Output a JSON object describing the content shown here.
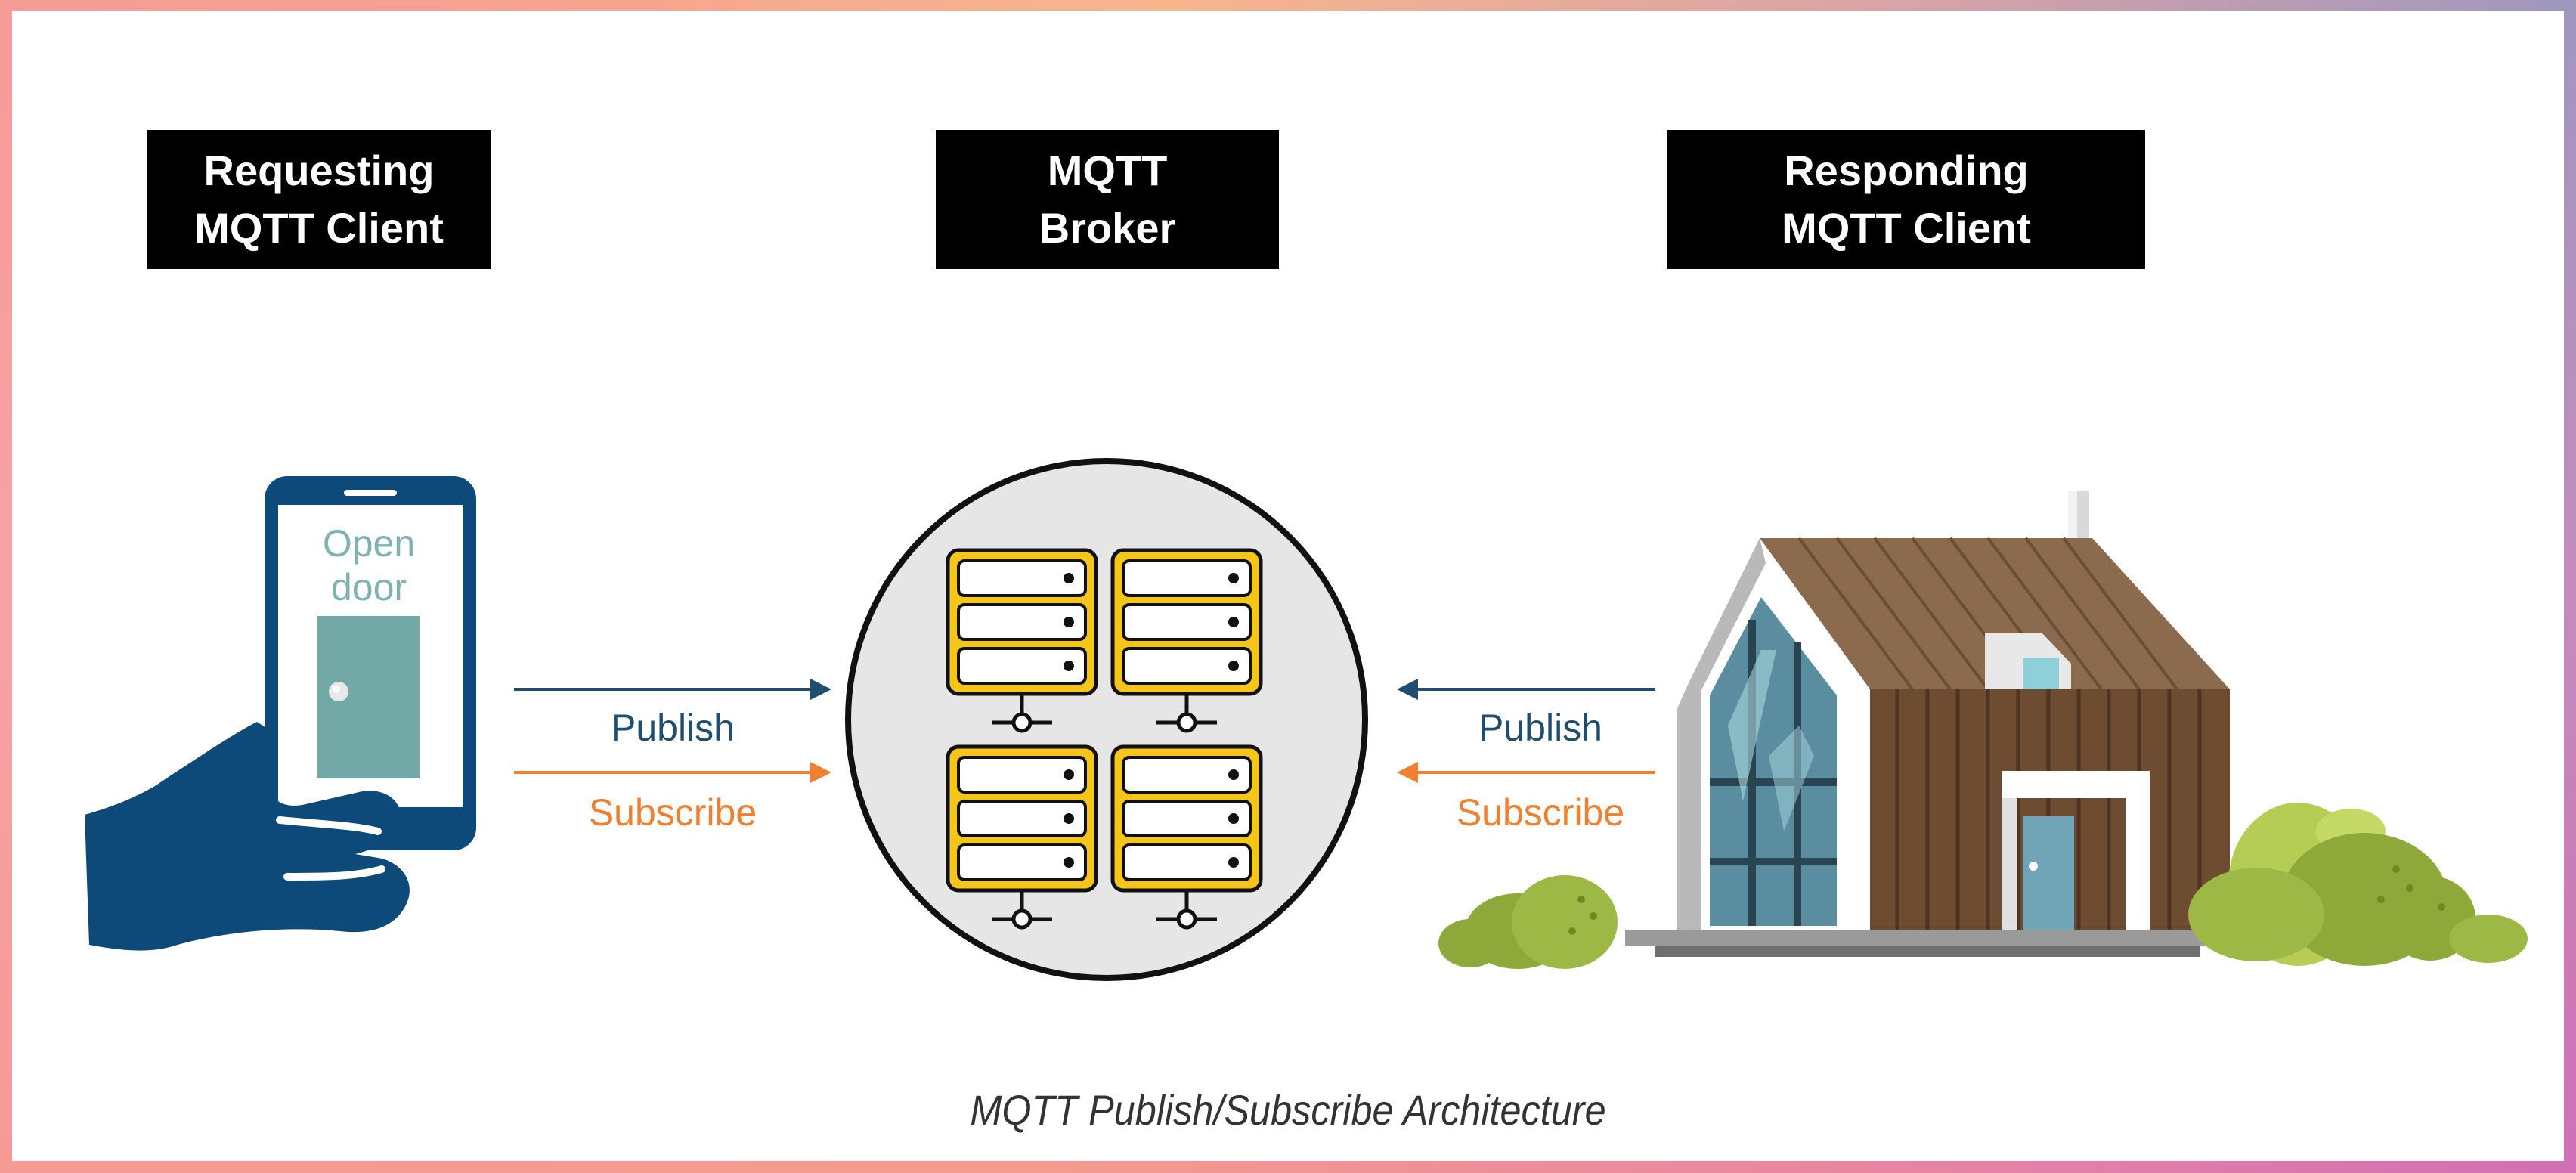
{
  "headers": {
    "requesting": [
      "Requesting",
      "MQTT Client"
    ],
    "broker": [
      "MQTT",
      "Broker"
    ],
    "responding": [
      "Responding",
      "MQTT Client"
    ]
  },
  "phone": {
    "screen_text": [
      "Open",
      "door"
    ]
  },
  "left_arrows": {
    "publish": "Publish",
    "subscribe": "Subscribe"
  },
  "right_arrows": {
    "publish": "Publish",
    "subscribe": "Subscribe"
  },
  "caption": "MQTT Publish/Subscribe Architecture",
  "colors": {
    "publish": "#1f4e6e",
    "subscribe": "#f08030",
    "phone_blue": "#0d4a79",
    "server_yellow": "#f5c518",
    "broker_circle": "#e6e6e6"
  },
  "icons": [
    "smartphone-hand-icon",
    "server-rack-icon",
    "house-icon"
  ]
}
